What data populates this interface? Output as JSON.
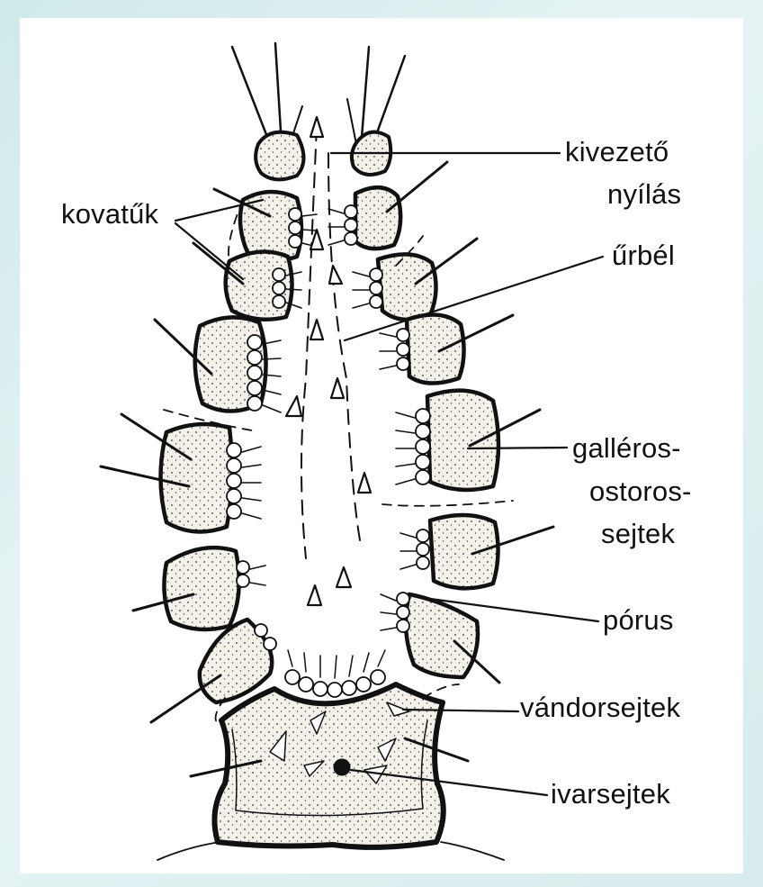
{
  "labels": {
    "kivezeto_1": "kivezető",
    "kivezeto_2": "nyílás",
    "kovatuk": "kovatűk",
    "urbel": "űrbél",
    "galleros_1": "galléros-",
    "galleros_2": "ostoros-",
    "galleros_3": "sejtek",
    "porus": "pórus",
    "vandorsejtek": "vándorsejtek",
    "ivarsejtek": "ivarsejtek"
  }
}
